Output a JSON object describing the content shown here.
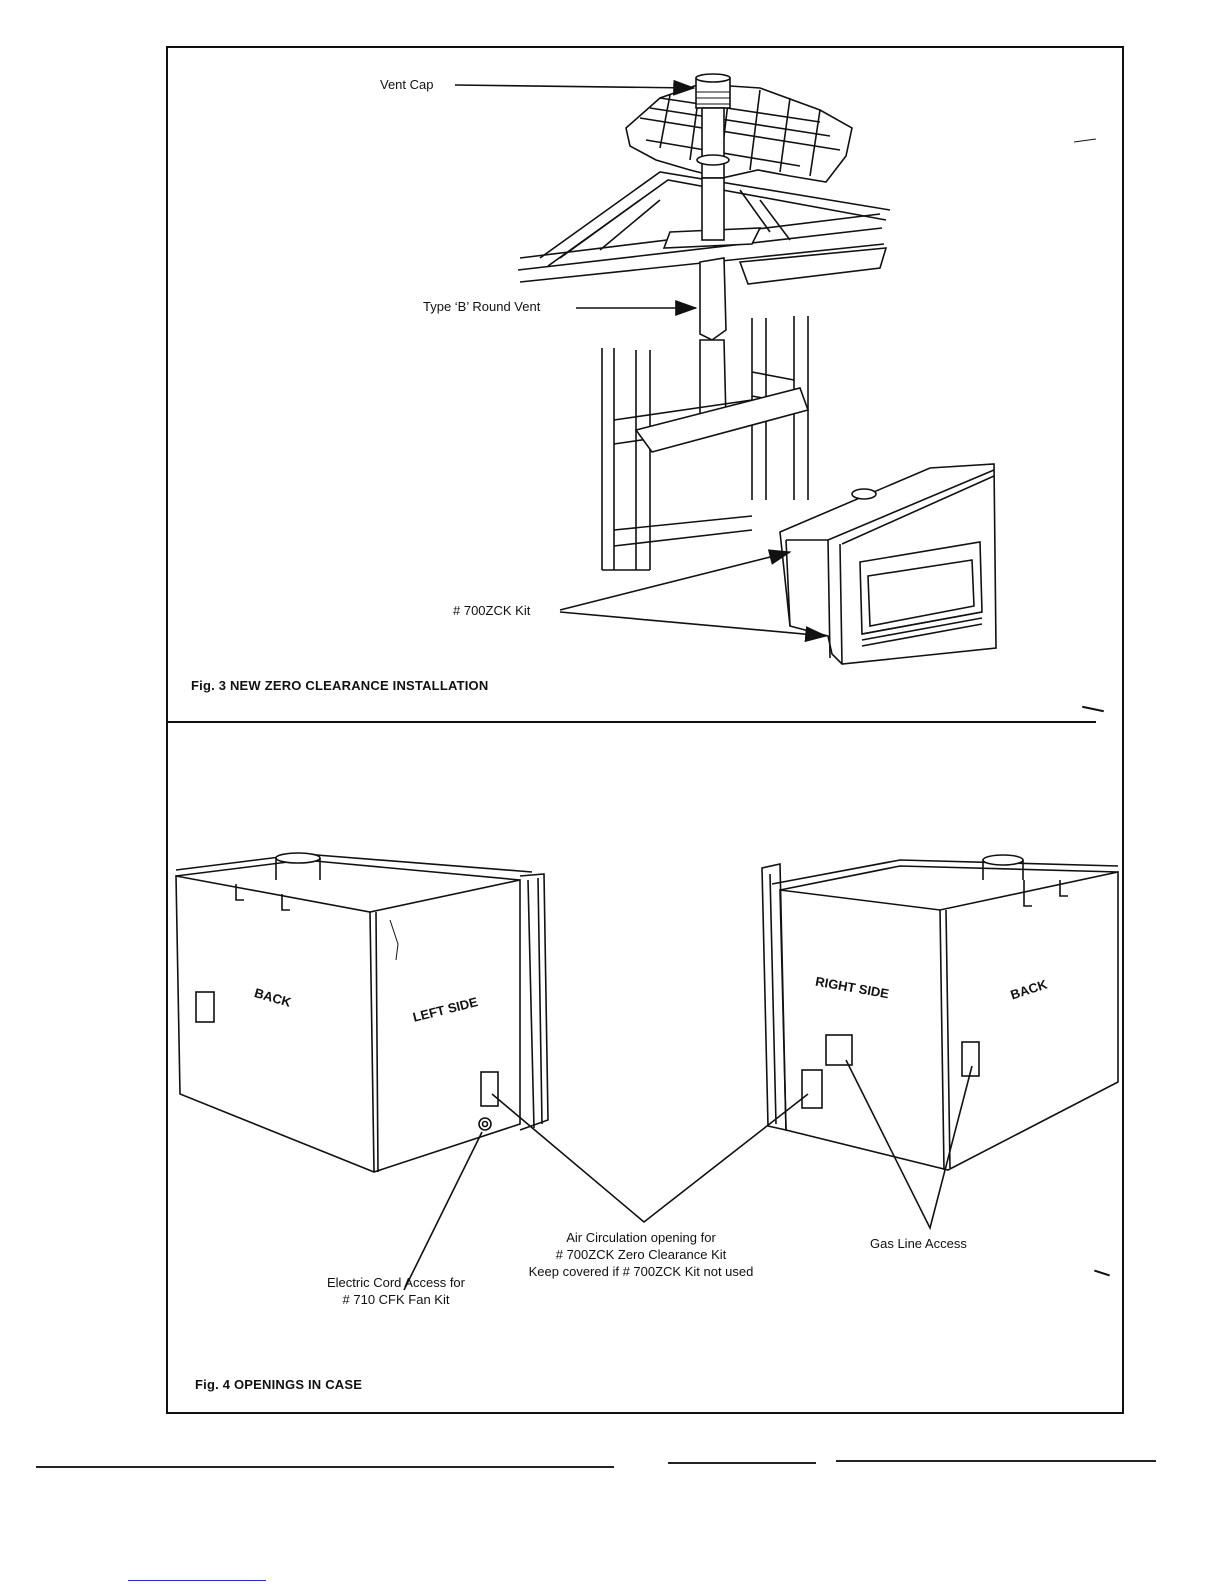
{
  "fig3": {
    "caption": "Fig. 3  NEW ZERO CLEARANCE INSTALLATION",
    "labels": {
      "vent_cap": "Vent Cap",
      "round_vent": "Type ‘B’ Round Vent",
      "zck_kit": "# 700ZCK Kit"
    }
  },
  "fig4": {
    "caption": "Fig. 4  OPENINGS IN CASE",
    "left_unit": {
      "back": "BACK",
      "side": "LEFT SIDE"
    },
    "right_unit": {
      "side": "RIGHT SIDE",
      "back": "BACK"
    },
    "labels": {
      "air_circ_line1": "Air Circulation opening for",
      "air_circ_line2": "# 700ZCK Zero Clearance Kit",
      "air_circ_line3": "Keep covered if # 700ZCK Kit not used",
      "gas_line": "Gas Line Access",
      "cord_line1": "Electric Cord Access for",
      "cord_line2": "# 710 CFK Fan Kit"
    }
  }
}
